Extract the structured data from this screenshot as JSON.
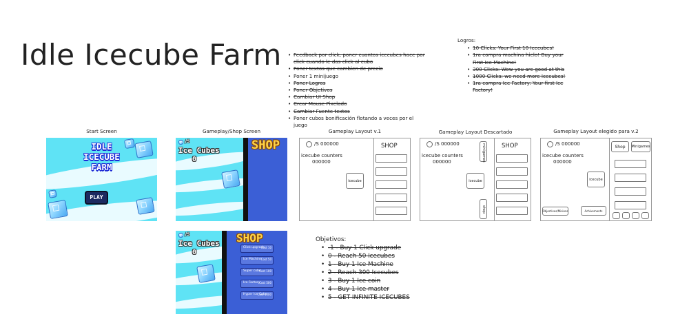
{
  "title": "Idle Icecube Farm",
  "todo": [
    {
      "text": "Feedback por click, poner cuantos icecubes hace por click cuando le das click al cubo",
      "done": true
    },
    {
      "text": "Poner textos que cambien de precio",
      "done": true
    },
    {
      "text": "Poner 1 minijuego",
      "done": false
    },
    {
      "text": "Poner Logros",
      "done": true
    },
    {
      "text": "Poner Objetivos",
      "done": true
    },
    {
      "text": "Cambiar UI Shop",
      "done": true
    },
    {
      "text": "Crear Mouse Pixelado",
      "done": true
    },
    {
      "text": "Cambiar Fuente textos",
      "done": true
    },
    {
      "text": "Poner cubos bonificación flotando a veces por el juego",
      "done": false
    }
  ],
  "logros": {
    "heading": "Logros:",
    "items": [
      "10 Clicks: Your First 10 Icecubes!",
      "1ra compra machina hielo! Buy your First Ice Machine!",
      "300 Clicks: Wow you are good at this",
      "1000 Clicks: we need more Icecubes!",
      "1ra compra Ice Factory: Your first Ice Factory!"
    ]
  },
  "captions": {
    "start": "Start Screen",
    "shop": "Gameplay/Shop Screen",
    "v1": "Gameplay Layout v.1",
    "descartado": "Gameplay Layout Descartado",
    "v2": "Gameplay Layout elegido para v.2"
  },
  "start_screen": {
    "title_line1": "IDLE",
    "title_line2": "ICECUBE",
    "title_line3": "FARM",
    "play": "PLAY"
  },
  "game_screen": {
    "shop": "SHOP",
    "rate": "/S",
    "label": "Ice Cubes",
    "count": "0"
  },
  "shop_screen": {
    "items": [
      {
        "label": "Click upgrade",
        "price": "Cost 10"
      },
      {
        "label": "Ice Machine",
        "price": "Cost 50"
      },
      {
        "label": "Super cube",
        "price": "Cost 100"
      },
      {
        "label": "Ice Factory",
        "price": "Cost 500"
      },
      {
        "label": "Hyper Ice Cube",
        "price": "Cost 1000"
      }
    ]
  },
  "wireframes": {
    "rate": "/S  000000",
    "counters": "icecube counters",
    "counter_value": "000000",
    "shop": "SHOP",
    "icecube": "icecube",
    "minigames": "minigames",
    "shop_small": "shop",
    "shop_btn": "Shop",
    "minigames_btn": "Minigames",
    "objetivos_btn": "Objectivos/Misions",
    "achievements_btn": "Achivements"
  },
  "objetivos": {
    "heading": "Objetivos:",
    "items": [
      "-1 - Buy 1 Click upgrade",
      "0 - Reach 50 Icecubes",
      "1 - Buy 1 Ice Machine",
      "2 - Reach 300 Icecubes",
      "3 - Buy 1 Ice coin",
      "4 - Buy 1 Ice master",
      "5 - GET INFINITE ICECUBES"
    ]
  }
}
